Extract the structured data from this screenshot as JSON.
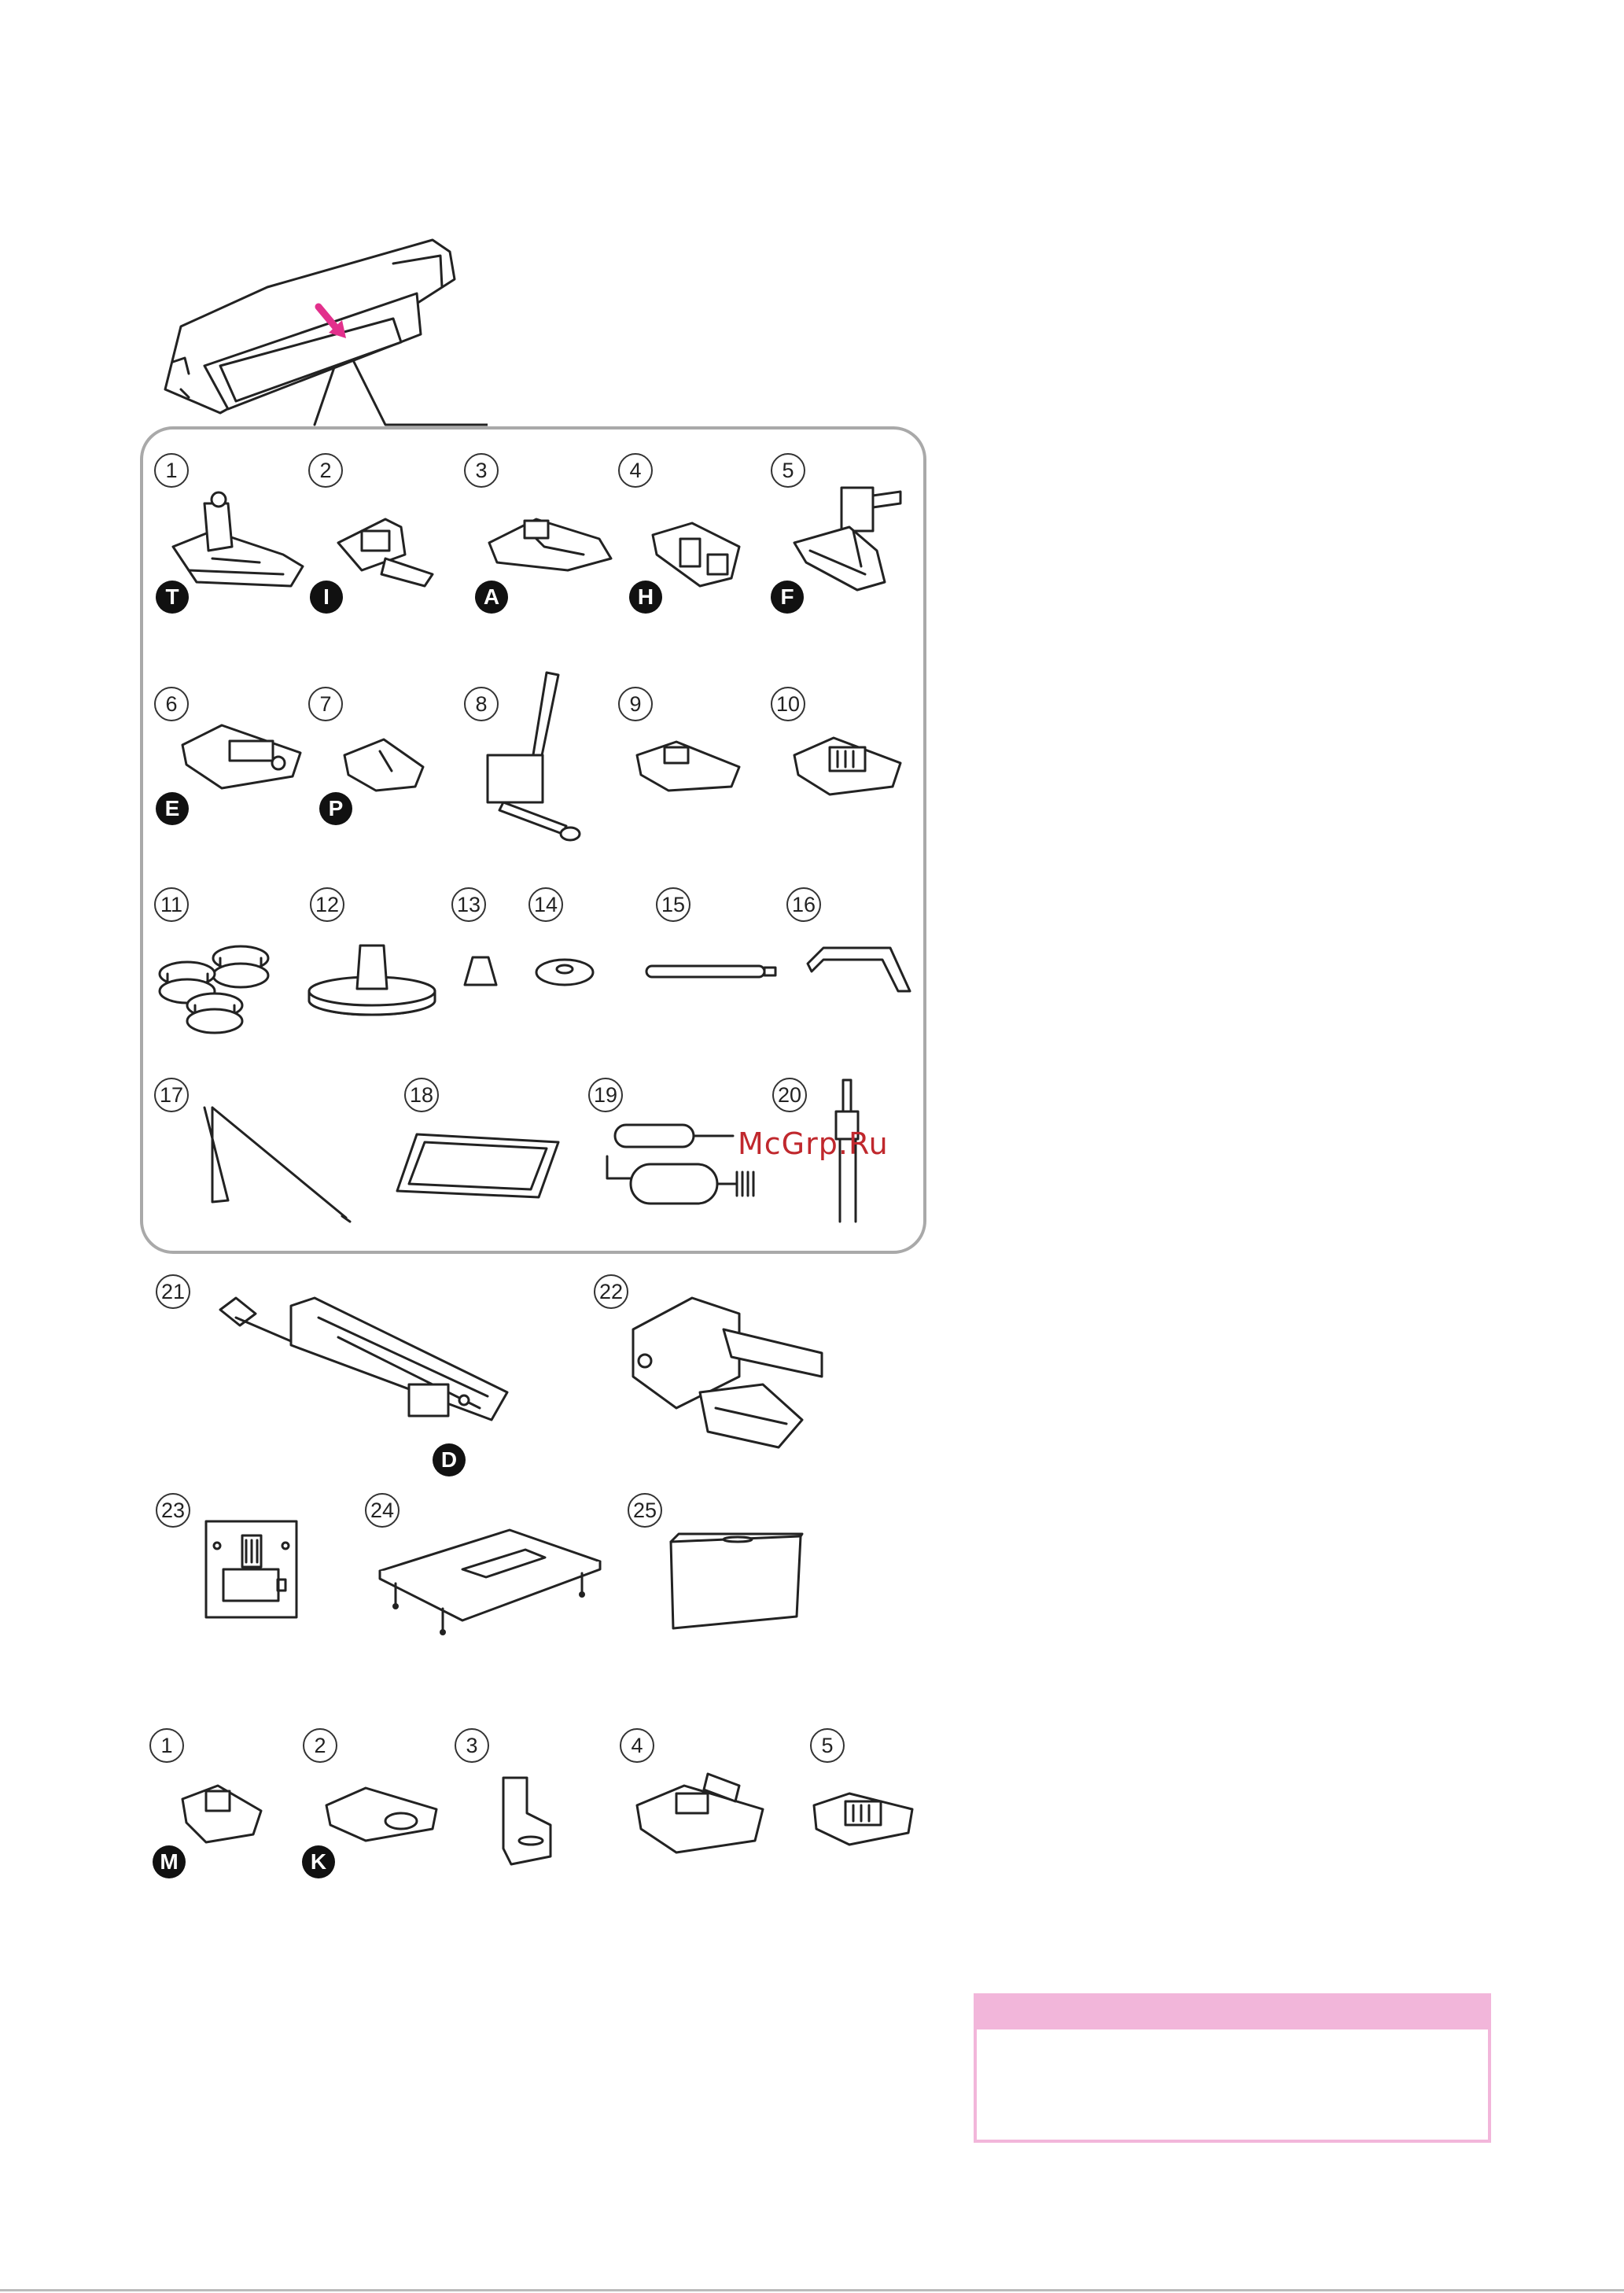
{
  "watermark": "McGrp.Ru",
  "accessories": {
    "standard": [
      {
        "num": "1",
        "badge": "T",
        "icon": "presser-foot-t-icon"
      },
      {
        "num": "2",
        "badge": "I",
        "icon": "presser-foot-i-icon"
      },
      {
        "num": "3",
        "badge": "A",
        "icon": "presser-foot-a-icon"
      },
      {
        "num": "4",
        "badge": "H",
        "icon": "presser-foot-h-icon"
      },
      {
        "num": "5",
        "badge": "F",
        "icon": "presser-foot-f-icon"
      },
      {
        "num": "6",
        "badge": "E",
        "icon": "presser-foot-e-icon"
      },
      {
        "num": "7",
        "badge": "P",
        "icon": "presser-foot-p-icon"
      },
      {
        "num": "8",
        "badge": "",
        "icon": "quilting-foot-icon"
      },
      {
        "num": "9",
        "badge": "",
        "icon": "presser-foot-icon"
      },
      {
        "num": "10",
        "badge": "",
        "icon": "presser-foot-icon"
      },
      {
        "num": "11",
        "badge": "",
        "icon": "bobbins-icon"
      },
      {
        "num": "12",
        "badge": "",
        "icon": "spool-holder-large-icon"
      },
      {
        "num": "13",
        "badge": "",
        "icon": "spool-holder-small-icon"
      },
      {
        "num": "14",
        "badge": "",
        "icon": "felt-washer-icon"
      },
      {
        "num": "15",
        "badge": "",
        "icon": "spool-pin-icon"
      },
      {
        "num": "16",
        "badge": "",
        "icon": "seam-guide-icon"
      },
      {
        "num": "17",
        "badge": "",
        "icon": "quilter-bar-icon"
      },
      {
        "num": "18",
        "badge": "",
        "icon": "net-icon"
      },
      {
        "num": "19",
        "badge": "",
        "icon": "screwdriver-brush-icon"
      },
      {
        "num": "20",
        "badge": "",
        "icon": "twin-needle-icon"
      }
    ],
    "extra": [
      {
        "num": "21",
        "badge": "D",
        "icon": "buttonhole-foot-icon"
      },
      {
        "num": "22",
        "badge": "",
        "icon": "dual-feed-foot-icon"
      },
      {
        "num": "23",
        "badge": "",
        "icon": "needle-plate-icon"
      },
      {
        "num": "24",
        "badge": "",
        "icon": "extension-table-icon"
      },
      {
        "num": "25",
        "badge": "",
        "icon": "dust-cover-icon"
      }
    ],
    "optional": [
      {
        "num": "1",
        "badge": "M",
        "icon": "presser-foot-m-icon"
      },
      {
        "num": "2",
        "badge": "K",
        "icon": "presser-foot-k-icon"
      },
      {
        "num": "3",
        "badge": "",
        "icon": "zipper-foot-icon"
      },
      {
        "num": "4",
        "badge": "",
        "icon": "presser-foot-icon"
      },
      {
        "num": "5",
        "badge": "",
        "icon": "presser-foot-icon"
      }
    ]
  },
  "colors": {
    "accent": "#e2308c",
    "frame": "#a9a9a9",
    "note": "#f2b6da",
    "watermark": "#c0282d"
  }
}
